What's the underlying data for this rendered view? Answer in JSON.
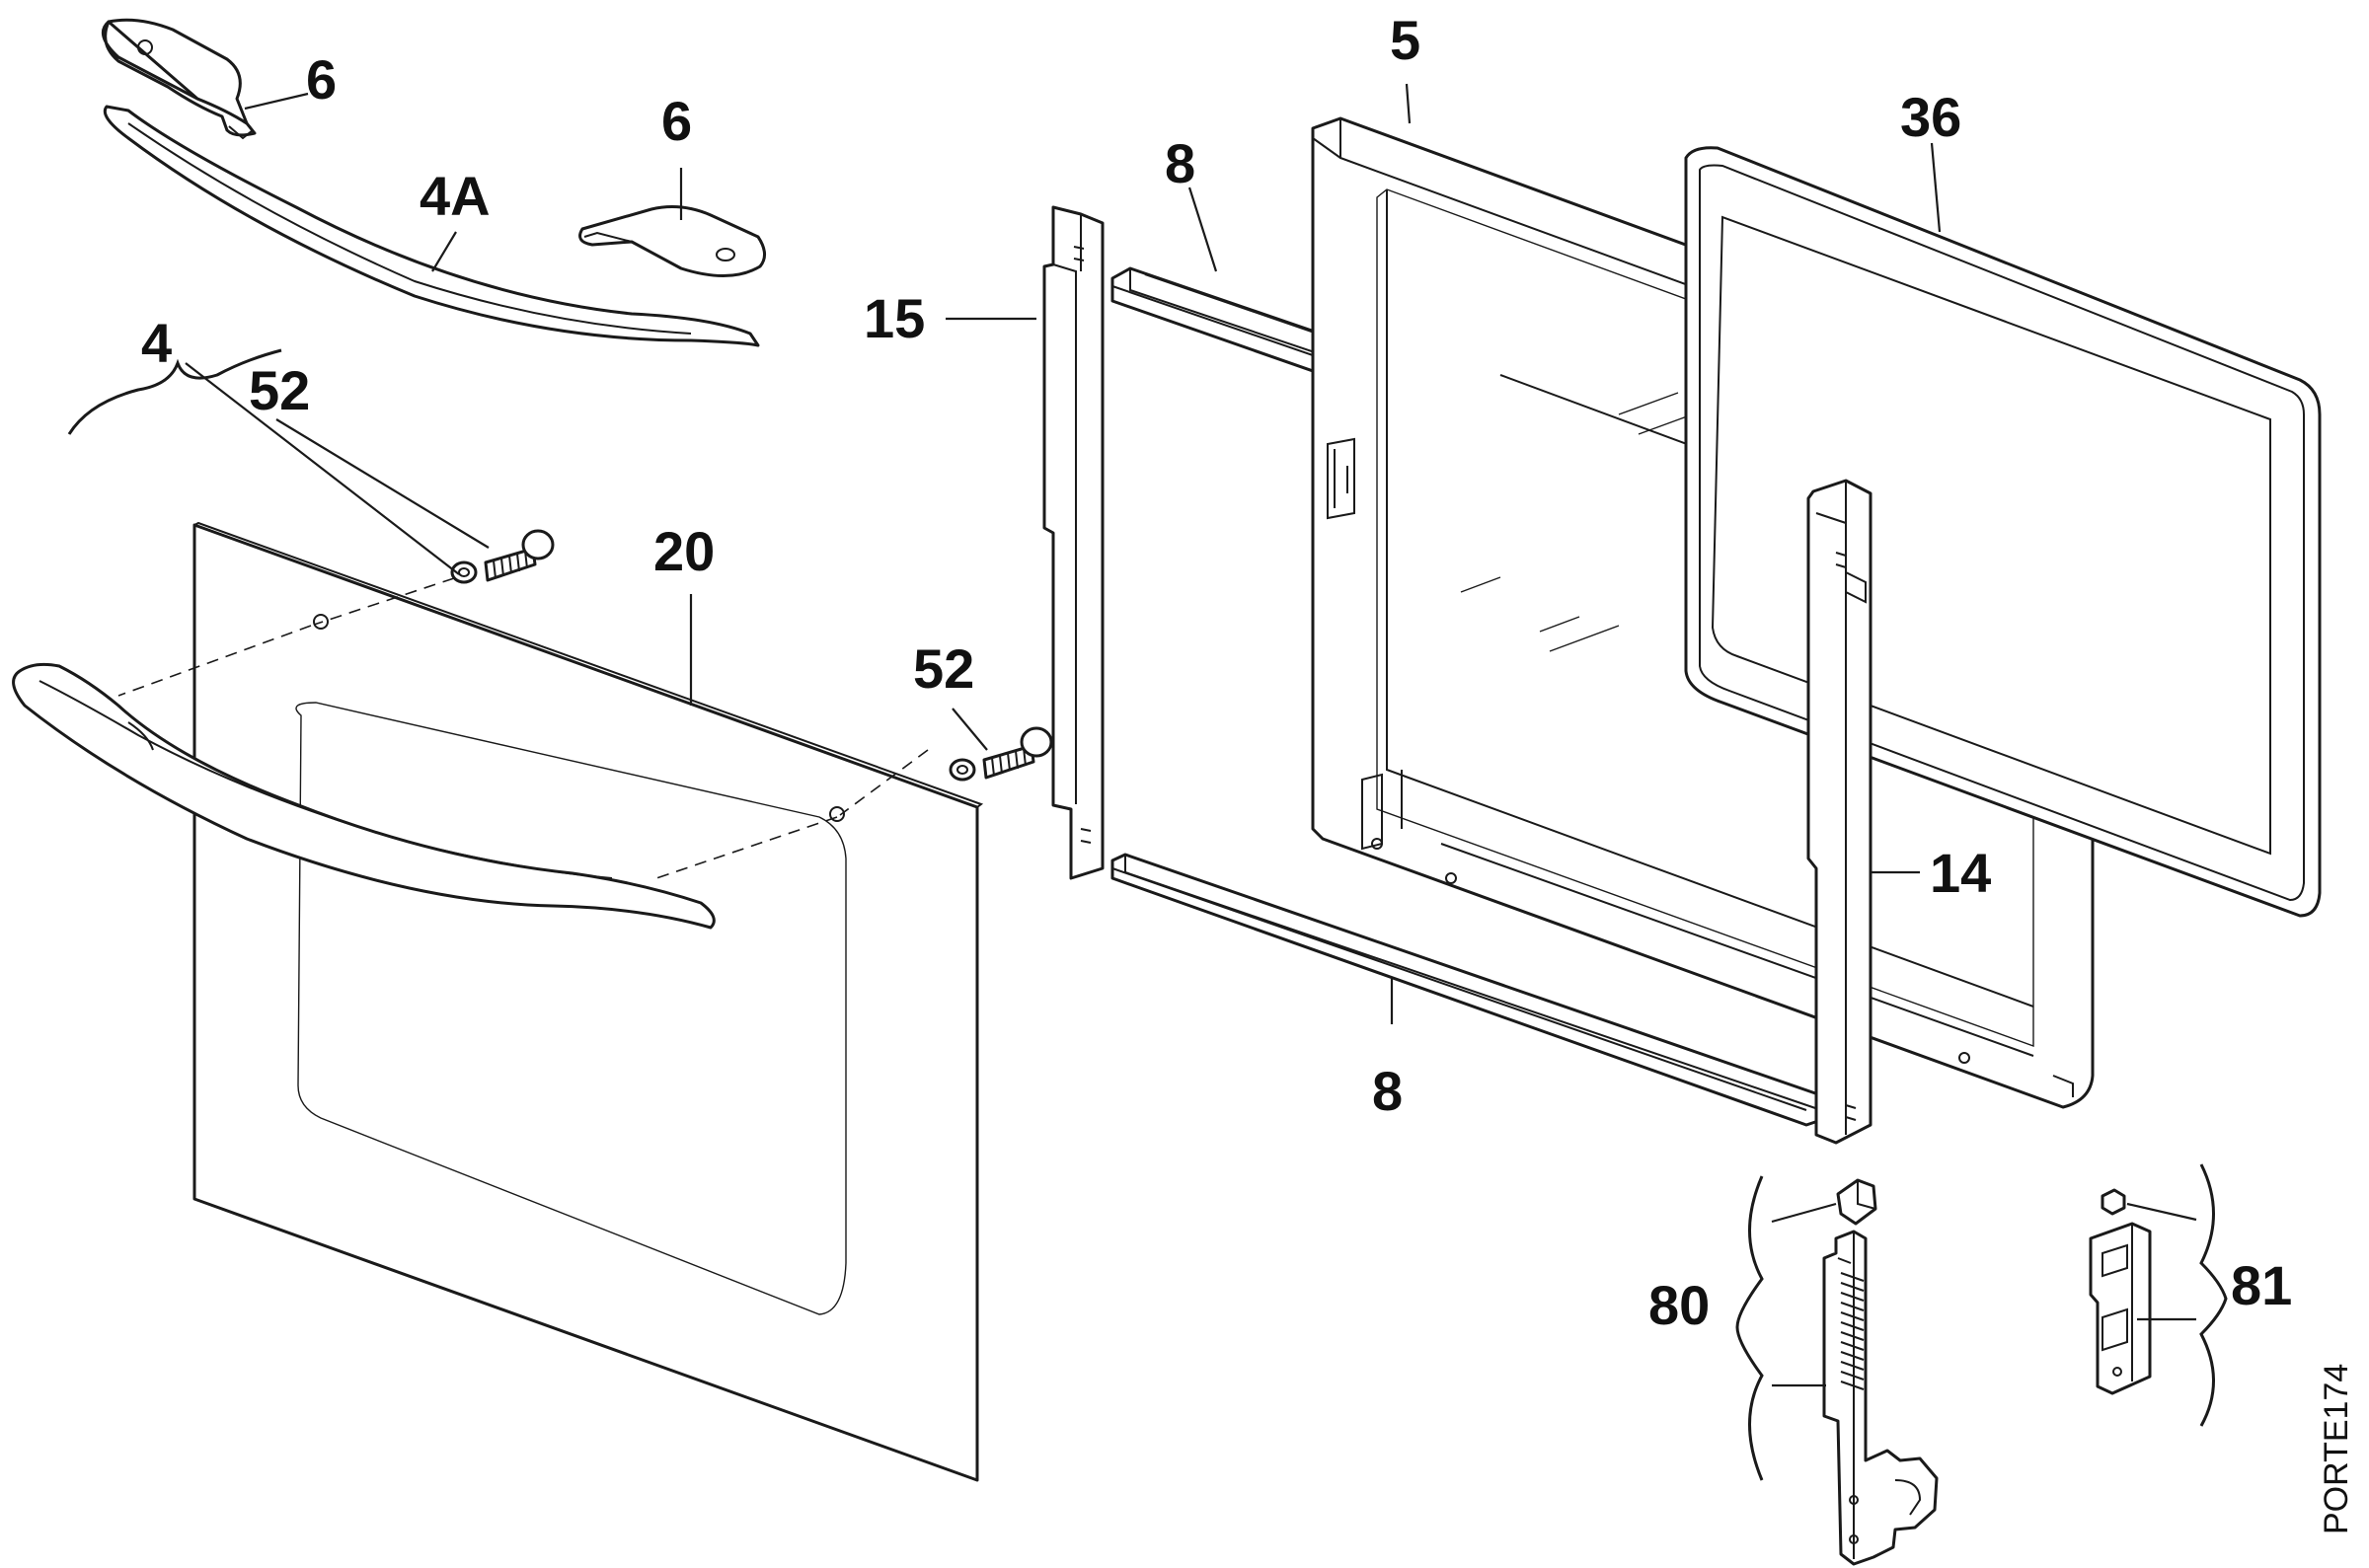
{
  "callouts": {
    "c6_top": "6",
    "c6_mid": "6",
    "c4A": "4A",
    "c4": "4",
    "c52_top": "52",
    "c20": "20",
    "c52_mid": "52",
    "c15": "15",
    "c8_top": "8",
    "c5": "5",
    "c36": "36",
    "c14": "14",
    "c8_bottom": "8",
    "c80": "80",
    "c81": "81"
  },
  "drawing_code": "PORTE174"
}
